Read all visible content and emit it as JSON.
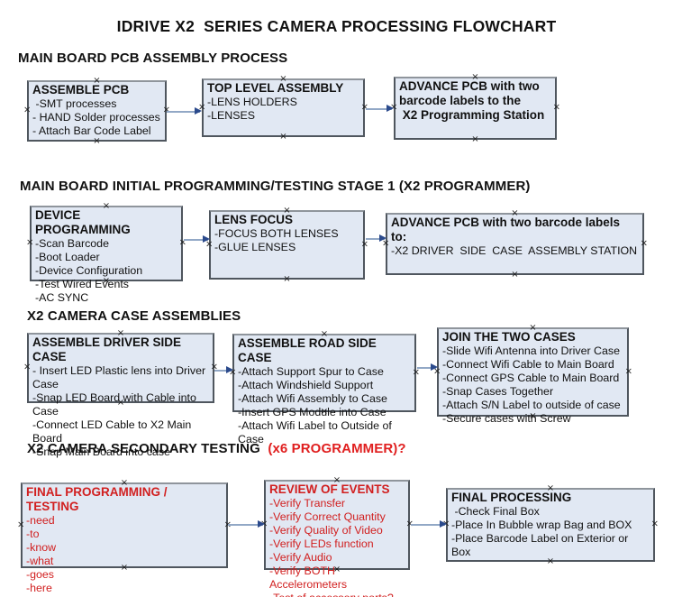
{
  "title": "IDRIVE X2  SERIES CAMERA PROCESSING FLOWCHART",
  "colors": {
    "box_fill": "#e1e8f3",
    "box_border": "#4f565e",
    "red_text": "#d11f1f",
    "header_red": "#e01f1f",
    "arrow_line": "#92a8c6",
    "arrow_head": "#2b4a8c"
  },
  "icons": {
    "connection_handle": "×"
  },
  "sections": [
    {
      "header": "MAIN BOARD PCB ASSEMBLY PROCESS",
      "boxes": [
        {
          "title": "ASSEMBLE PCB",
          "items": [
            " -SMT processes",
            "- HAND Solder processes",
            "- Attach Bar Code Label"
          ]
        },
        {
          "title": "TOP LEVEL ASSEMBLY",
          "items": [
            "-LENS HOLDERS",
            "-LENSES"
          ]
        },
        {
          "title": "ADVANCE PCB with two\nbarcode labels to the\n X2 Programming Station",
          "items": []
        }
      ]
    },
    {
      "header": "MAIN BOARD INITIAL PROGRAMMING/TESTING STAGE 1 (X2 PROGRAMMER)",
      "boxes": [
        {
          "title": "DEVICE PROGRAMMING",
          "items": [
            "-Scan Barcode",
            "-Boot Loader",
            "-Device Configuration",
            "-Test Wired Events",
            "-AC SYNC"
          ]
        },
        {
          "title": "LENS FOCUS",
          "items": [
            "-FOCUS BOTH LENSES",
            "-GLUE LENSES"
          ]
        },
        {
          "title": "ADVANCE PCB with two barcode labels to:",
          "items": [
            "-X2 DRIVER  SIDE  CASE  ASSEMBLY STATION"
          ]
        }
      ]
    },
    {
      "header": "X2 CAMERA CASE ASSEMBLIES",
      "boxes": [
        {
          "title": "ASSEMBLE DRIVER SIDE CASE",
          "items": [
            "- Insert LED Plastic lens into Driver Case",
            "-Snap LED Board with Cable into Case",
            "-Connect LED Cable to X2 Main Board",
            "-Snap Main Board into case"
          ]
        },
        {
          "title": "ASSEMBLE ROAD SIDE CASE",
          "items": [
            "-Attach Support Spur to Case",
            "-Attach Windshield Support",
            "-Attach Wifi Assembly to Case",
            "-Insert GPS Module into Case",
            "-Attach Wifi Label to Outside of Case"
          ]
        },
        {
          "title": "JOIN THE TWO CASES",
          "items": [
            "-Slide Wifi Antenna into Driver Case",
            "-Connect Wifi Cable to Main Board",
            "-Connect GPS Cable to Main Board",
            "-Snap Cases Together",
            "-Attach S/N Label to outside of case",
            "-Secure cases with Screw"
          ]
        }
      ]
    },
    {
      "header_black": "X2 CAMERA SECONDARY TESTING ",
      "header_red": " (x6 PROGRAMMER)?",
      "boxes": [
        {
          "title": "FINAL PROGRAMMING / TESTING",
          "text_color": "#d11f1f",
          "items": [
            "-need",
            "-to",
            "-know",
            "-what",
            "-goes",
            "-here"
          ]
        },
        {
          "title": "REVIEW OF EVENTS",
          "text_color": "#d11f1f",
          "items": [
            "-Verify Transfer",
            "-Verify Correct Quantity",
            "-Verify Quality of Video",
            "-Verify LEDs function",
            "-Verify Audio",
            "-Verify BOTH Accelerometers",
            "-Test of accessory ports?"
          ]
        },
        {
          "title": "FINAL PROCESSING",
          "items": [
            " -Check Final Box",
            "-Place In Bubble wrap Bag and BOX",
            "-Place Barcode Label on Exterior or Box"
          ]
        }
      ]
    }
  ]
}
